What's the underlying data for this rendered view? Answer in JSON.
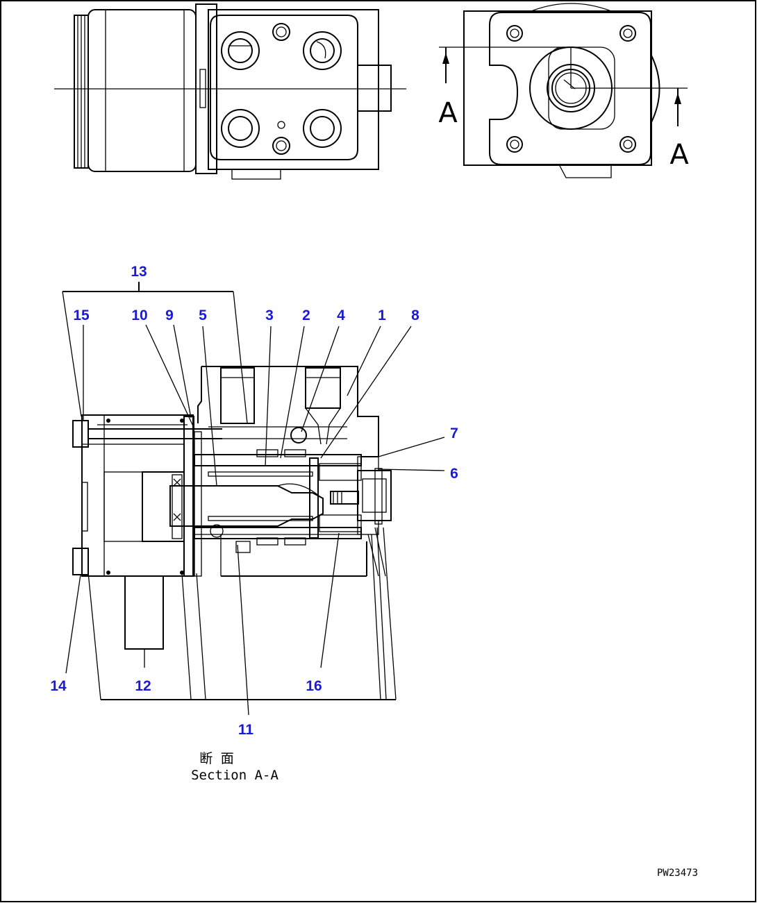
{
  "callouts": {
    "c1": "1",
    "c2": "2",
    "c3": "3",
    "c4": "4",
    "c5": "5",
    "c6": "6",
    "c7": "7",
    "c8": "8",
    "c9": "9",
    "c10": "10",
    "c11": "11",
    "c12": "12",
    "c13": "13",
    "c14": "14",
    "c15": "15",
    "c16": "16"
  },
  "section_markers": {
    "left": "A",
    "right": "A"
  },
  "caption": {
    "japanese": "断 面",
    "english": "Section A-A"
  },
  "drawing_code": "PW23473",
  "colors": {
    "callout": "#1a1ad6",
    "line": "#000000",
    "background": "#ffffff"
  }
}
